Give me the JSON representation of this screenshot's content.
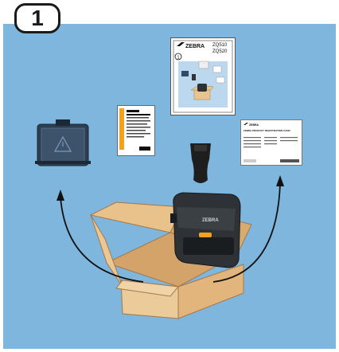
{
  "step": {
    "number": "1"
  },
  "quick_start_guide": {
    "brand": "ZEBRA",
    "models": [
      "ZQ510",
      "ZQ520"
    ],
    "inner_step": "1"
  },
  "printer": {
    "brand": "ZEBRA"
  },
  "registration_card": {
    "brand": "ZEBRA",
    "title": "ZEBRA PRODUCT REGISTRATION CARD"
  },
  "colors": {
    "panel": "#7fb6de",
    "box": "#e8c48f",
    "printer": "#2e3236",
    "accent": "#f3a21b"
  },
  "icons": [
    "zebra-logo-icon",
    "curved-arrow-icon"
  ]
}
